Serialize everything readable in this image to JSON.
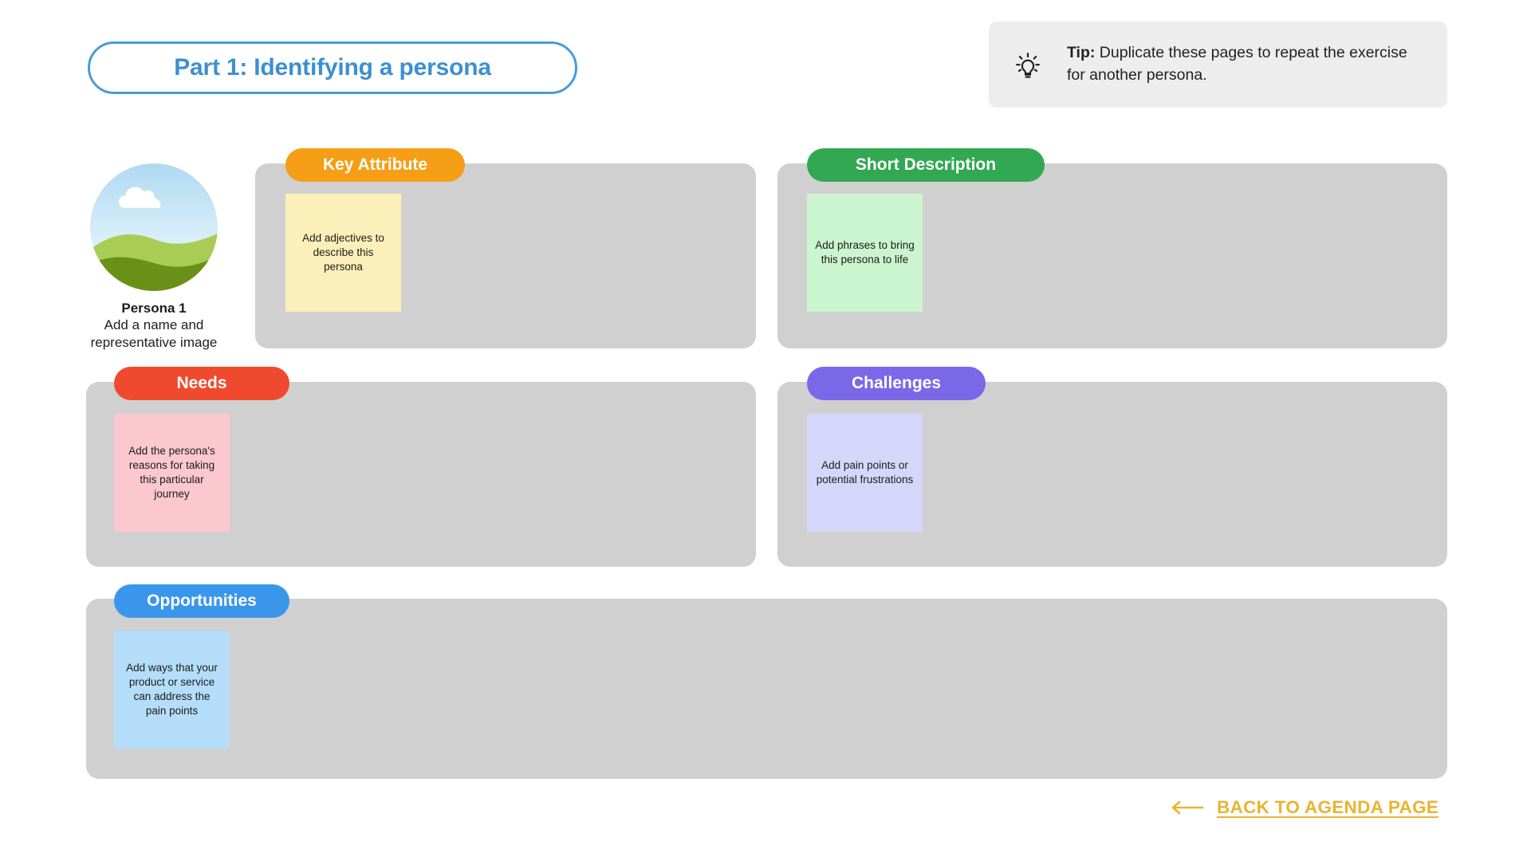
{
  "header": {
    "title": "Part 1: Identifying a persona",
    "tip": {
      "icon": "lightbulb-icon",
      "label": "Tip:",
      "text": " Duplicate these pages to repeat the exercise for another persona."
    }
  },
  "persona": {
    "avatar_icon": "landscape-placeholder-image",
    "name": "Persona 1",
    "instruction": "Add a name and representative image"
  },
  "sections": [
    {
      "key": "key_attribute",
      "label": "Key Attribute",
      "pill_color": "#F59E16",
      "note_color": "#FBF0B9",
      "note_text": "Add adjectives to describe this persona"
    },
    {
      "key": "short_description",
      "label": "Short Description",
      "pill_color": "#32A852",
      "note_color": "#CAF5CF",
      "note_text": "Add phrases to bring this persona to life"
    },
    {
      "key": "needs",
      "label": "Needs",
      "pill_color": "#EF4A2E",
      "note_color": "#FBC8CF",
      "note_text": "Add the persona's reasons for taking this particular journey"
    },
    {
      "key": "challenges",
      "label": "Challenges",
      "pill_color": "#7B68E8",
      "note_color": "#D5D7FA",
      "note_text": "Add pain points or potential frustrations"
    },
    {
      "key": "opportunities",
      "label": "Opportunities",
      "pill_color": "#3A96EB",
      "note_color": "#B4DDFA",
      "note_text": "Add ways that your product or service can address the pain points"
    }
  ],
  "footer": {
    "arrow_icon": "arrow-left-icon",
    "link_label": "BACK TO AGENDA PAGE",
    "link_color": "#E8B431"
  },
  "colors": {
    "panel": "#D0D0D0",
    "title_blue": "#3D8FD1",
    "tip_bg": "#EDEDED"
  }
}
